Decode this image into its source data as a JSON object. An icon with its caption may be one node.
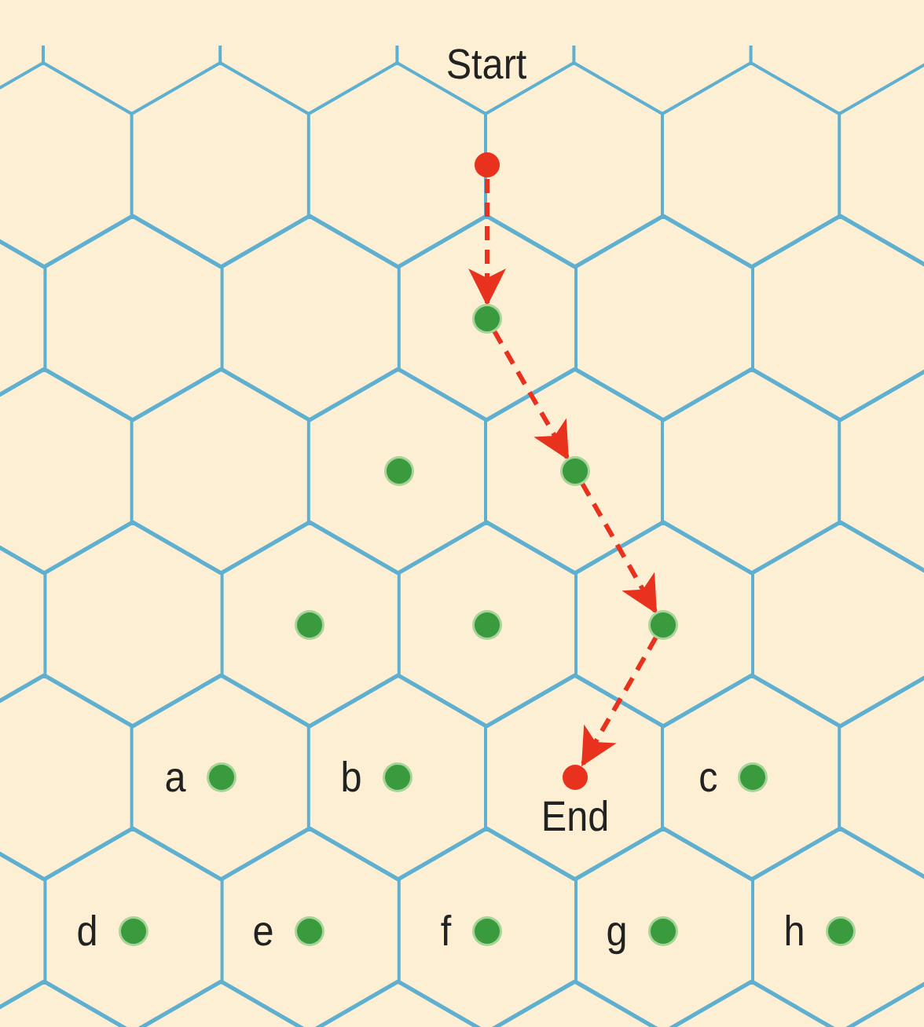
{
  "diagram": {
    "nodes": [
      {
        "text": [
          "Start"
        ]
      },
      {
        "text": [],
        "shape": "circle"
      },
      {
        "text": [],
        "shape": "circle"
      },
      {
        "text": [],
        "shape": "circle"
      },
      {
        "text": [],
        "shape": "circle"
      },
      {
        "text": [],
        "shape": "circle"
      },
      {
        "text": [],
        "shape": "circle"
      },
      {
        "text": [
          "a"
        ]
      },
      {
        "text": [
          "b"
        ]
      },
      {
        "text": [
          "End"
        ]
      },
      {
        "text": [
          "c"
        ]
      },
      {
        "text": [
          "d"
        ]
      },
      {
        "text": [
          "e"
        ]
      },
      {
        "text": [
          "f"
        ]
      },
      {
        "text": [
          "g"
        ]
      },
      {
        "text": [
          "h"
        ]
      }
    ],
    "edges": [
      {
        "from": 0,
        "to": 1,
        "arrow": "to",
        "style": "dashed"
      },
      {
        "from": 1,
        "to": 3,
        "arrow": "to",
        "style": "dashed"
      },
      {
        "from": 3,
        "to": 6,
        "arrow": "to",
        "style": "dashed"
      },
      {
        "from": 6,
        "to": 9,
        "arrow": "to",
        "style": "dashed"
      }
    ]
  }
}
